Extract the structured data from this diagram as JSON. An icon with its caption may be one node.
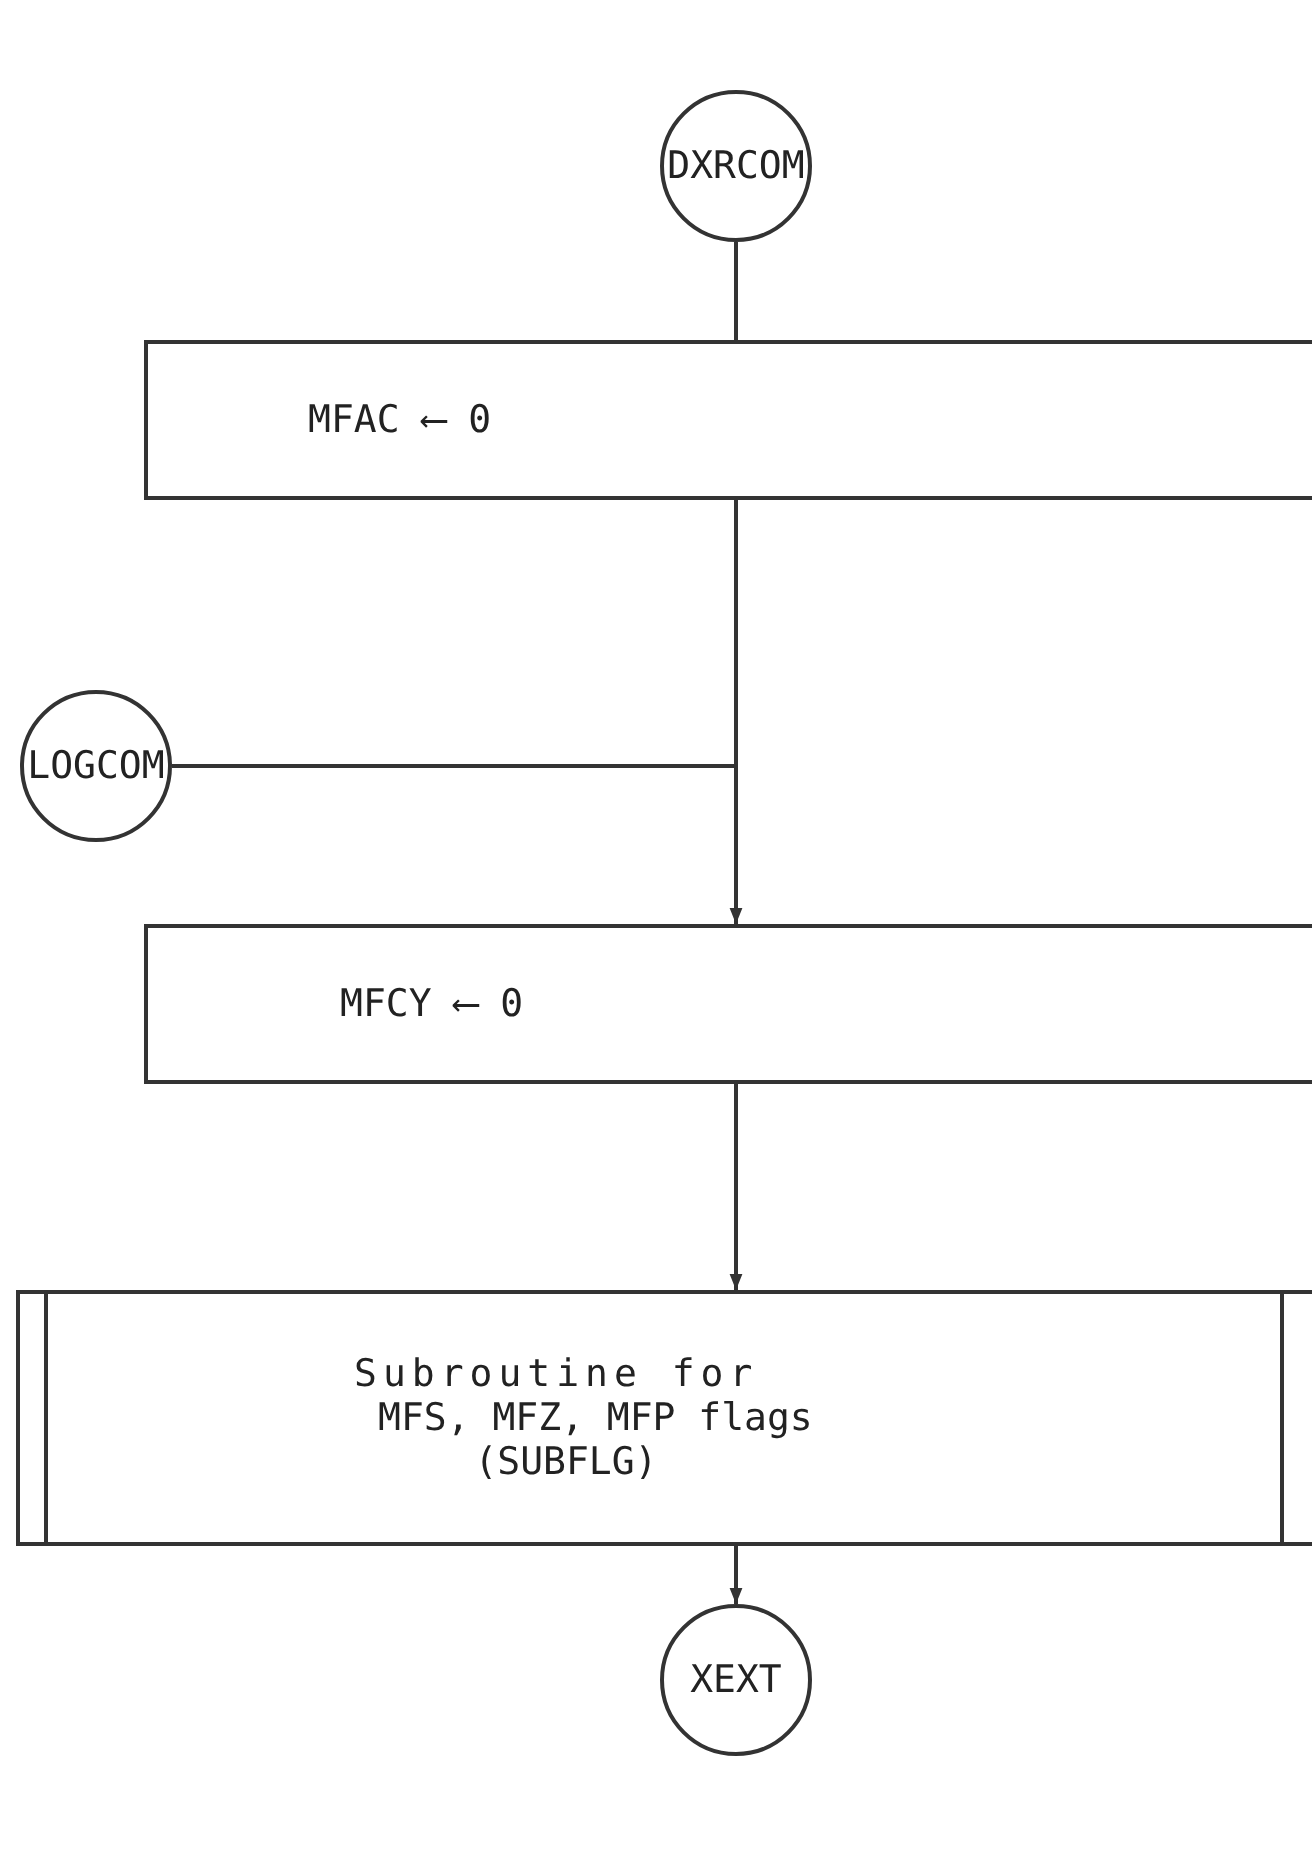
{
  "diagram": {
    "nodes": [
      {
        "text": [
          "DXRCOM"
        ]
      },
      {
        "text": [
          "MFAC ⟵ 0"
        ]
      },
      {
        "text": [
          "LOGCOM"
        ]
      },
      {
        "text": [
          "MFCY ⟵ 0"
        ]
      },
      {
        "text": [
          "Subroutine for MFS, MFZ, MFP flags",
          "(SUBFLG)"
        ]
      },
      {
        "text": [
          "XEXT"
        ]
      }
    ],
    "edges": [
      {
        "from": 0,
        "to": 1,
        "arrow": "none"
      },
      {
        "from": 1,
        "to": 3,
        "arrow": "none"
      },
      {
        "from": 2,
        "to": 3,
        "arrow": "to"
      },
      {
        "from": 3,
        "to": 4,
        "arrow": "to"
      },
      {
        "from": 4,
        "to": 5,
        "arrow": "to"
      }
    ]
  }
}
